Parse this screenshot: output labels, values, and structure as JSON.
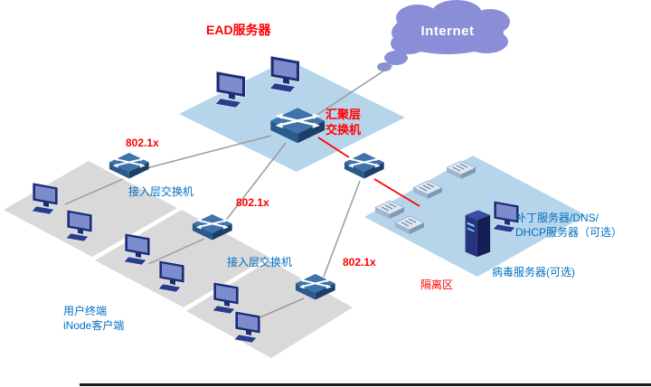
{
  "diagram": {
    "labels": {
      "ead_server": "EAD服务器",
      "internet": "Internet",
      "agg_switch": "汇聚层\n交换机",
      "dot1x_1": "802.1x",
      "dot1x_2": "802.1x",
      "dot1x_3": "802.1x",
      "access_switch_1": "接入层交换机",
      "access_switch_2": "接入层交换机",
      "user_terminal": "用户终端\niNode客户端",
      "patch_server": "补丁服务器/DNS/\nDHCP服务器（可选）",
      "virus_server": "病毒服务器(可选)",
      "quarantine_zone": "隔离区"
    },
    "colors": {
      "label_red": "#ff0000",
      "label_blue": "#0070c0",
      "label_white": "#ffffff",
      "platform_blue": "#b7d5ea",
      "platform_gray": "#d9d9d9",
      "cloud_fill": "#8a8ed6",
      "line_gray": "#9b9b9b",
      "line_red": "#ff0000",
      "border_black": "#1a1a1a"
    }
  }
}
